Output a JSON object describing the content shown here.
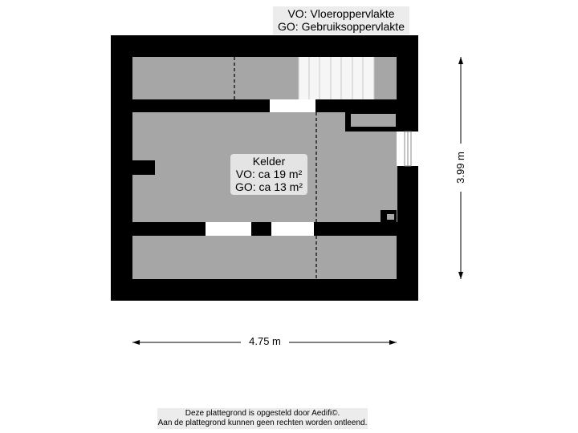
{
  "legend": {
    "vo": "VO: Vloeroppervlakte",
    "go": "GO: Gebruiksoppervlakte"
  },
  "room": {
    "name": "Kelder",
    "vo": "VO: ca 19 m²",
    "go": "GO: ca 13 m²"
  },
  "dimensions": {
    "width": "4.75 m",
    "height": "3.99 m"
  },
  "footer": {
    "line1": "Deze plattegrond is opgesteld door Aedifi©.",
    "line2": "Aan de plattegrond kunnen geen rechten worden ontleend."
  },
  "colors": {
    "wall": "#000000",
    "floor": "#a6a6a6",
    "opening": "#ffffff",
    "label_bg": "#e4e4e4"
  }
}
